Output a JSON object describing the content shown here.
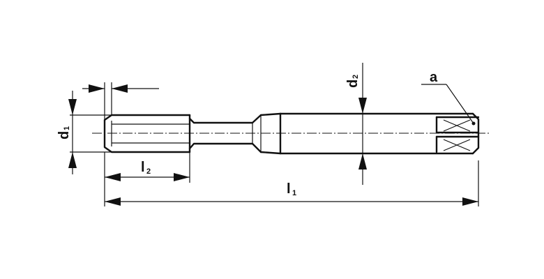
{
  "title": "",
  "labels": {
    "d1": {
      "main": "d",
      "sub": "1"
    },
    "d2": {
      "main": "d",
      "sub": "2"
    },
    "l1": {
      "main": "l",
      "sub": "1"
    },
    "l2": {
      "main": "l",
      "sub": "2"
    },
    "a": "a"
  }
}
